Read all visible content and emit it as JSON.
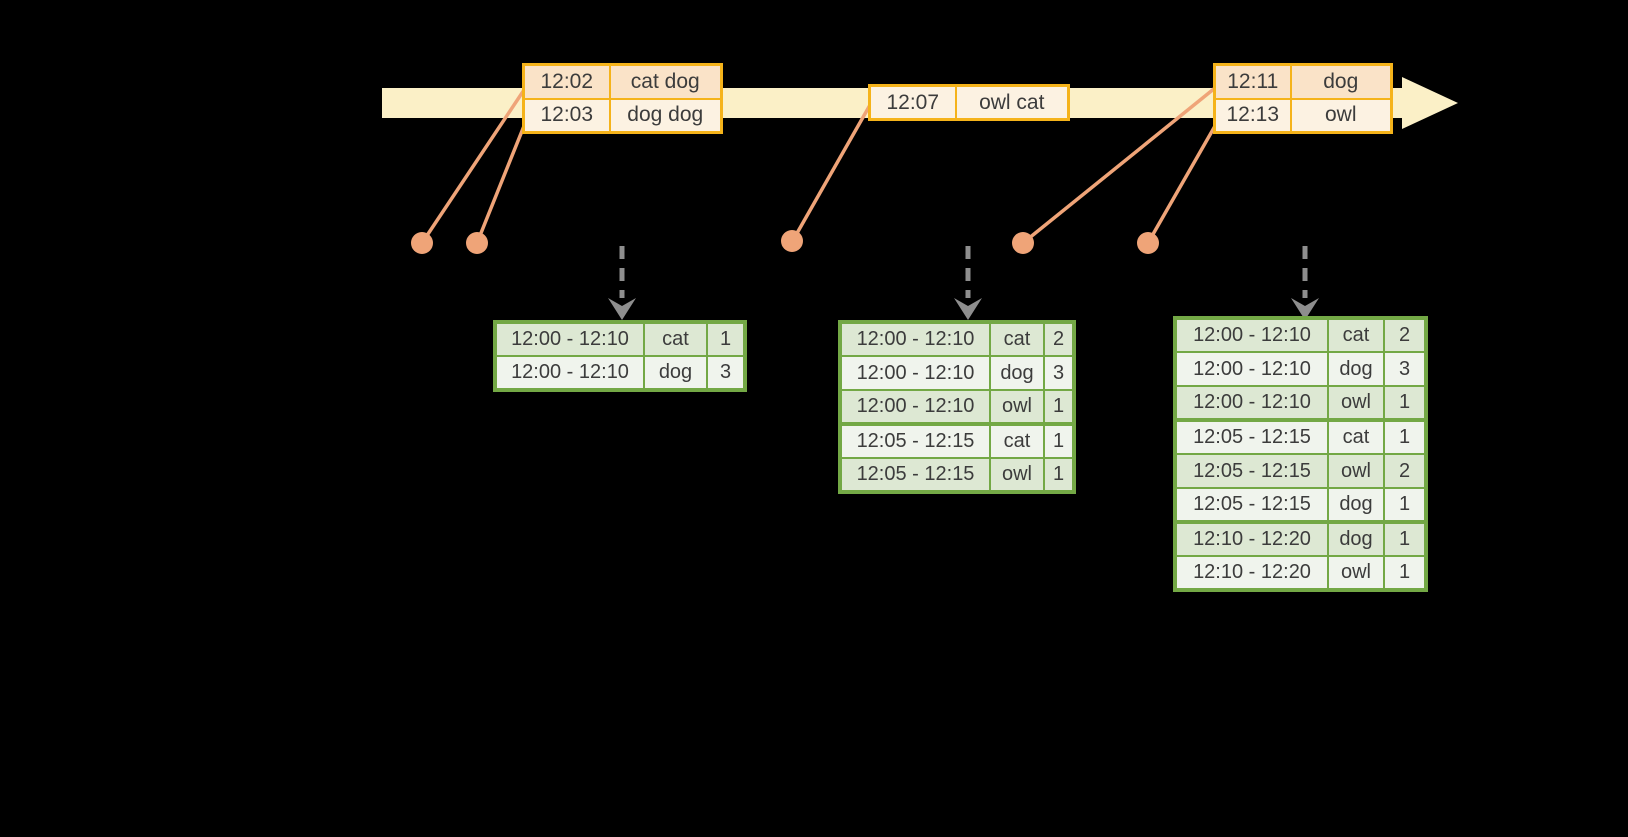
{
  "colors": {
    "background": "#000000",
    "timeline_band": "#fbf0c7",
    "event_border": "#f5b31a",
    "event_row_dark": "#fae3c8",
    "event_row_light": "#fcf2e2",
    "connector": "#efa478",
    "dashed_arrow": "#8e8e8e",
    "result_border": "#73a845",
    "result_row_dark": "#dde8d3",
    "result_row_light": "#f0f4ed",
    "text": "#3c3c3c"
  },
  "timeline": {
    "event_tables": [
      {
        "rows": [
          {
            "time": "12:02",
            "words": "cat dog"
          },
          {
            "time": "12:03",
            "words": "dog dog"
          }
        ]
      },
      {
        "rows": [
          {
            "time": "12:07",
            "words": "owl cat"
          }
        ]
      },
      {
        "rows": [
          {
            "time": "12:11",
            "words": "dog"
          },
          {
            "time": "12:13",
            "words": "owl"
          }
        ]
      }
    ]
  },
  "result_tables": [
    {
      "rows": [
        {
          "window": "12:00 - 12:10",
          "word": "cat",
          "count": "1"
        },
        {
          "window": "12:00 - 12:10",
          "word": "dog",
          "count": "3"
        }
      ]
    },
    {
      "rows": [
        {
          "window": "12:00 - 12:10",
          "word": "cat",
          "count": "2"
        },
        {
          "window": "12:00 - 12:10",
          "word": "dog",
          "count": "3"
        },
        {
          "window": "12:00 - 12:10",
          "word": "owl",
          "count": "1"
        },
        {
          "window": "12:05 - 12:15",
          "word": "cat",
          "count": "1"
        },
        {
          "window": "12:05 - 12:15",
          "word": "owl",
          "count": "1"
        }
      ]
    },
    {
      "rows": [
        {
          "window": "12:00 - 12:10",
          "word": "cat",
          "count": "2"
        },
        {
          "window": "12:00 - 12:10",
          "word": "dog",
          "count": "3"
        },
        {
          "window": "12:00 - 12:10",
          "word": "owl",
          "count": "1"
        },
        {
          "window": "12:05 - 12:15",
          "word": "cat",
          "count": "1"
        },
        {
          "window": "12:05 - 12:15",
          "word": "owl",
          "count": "2"
        },
        {
          "window": "12:05 - 12:15",
          "word": "dog",
          "count": "1"
        },
        {
          "window": "12:10 - 12:20",
          "word": "dog",
          "count": "1"
        },
        {
          "window": "12:10 - 12:20",
          "word": "owl",
          "count": "1"
        }
      ]
    }
  ]
}
